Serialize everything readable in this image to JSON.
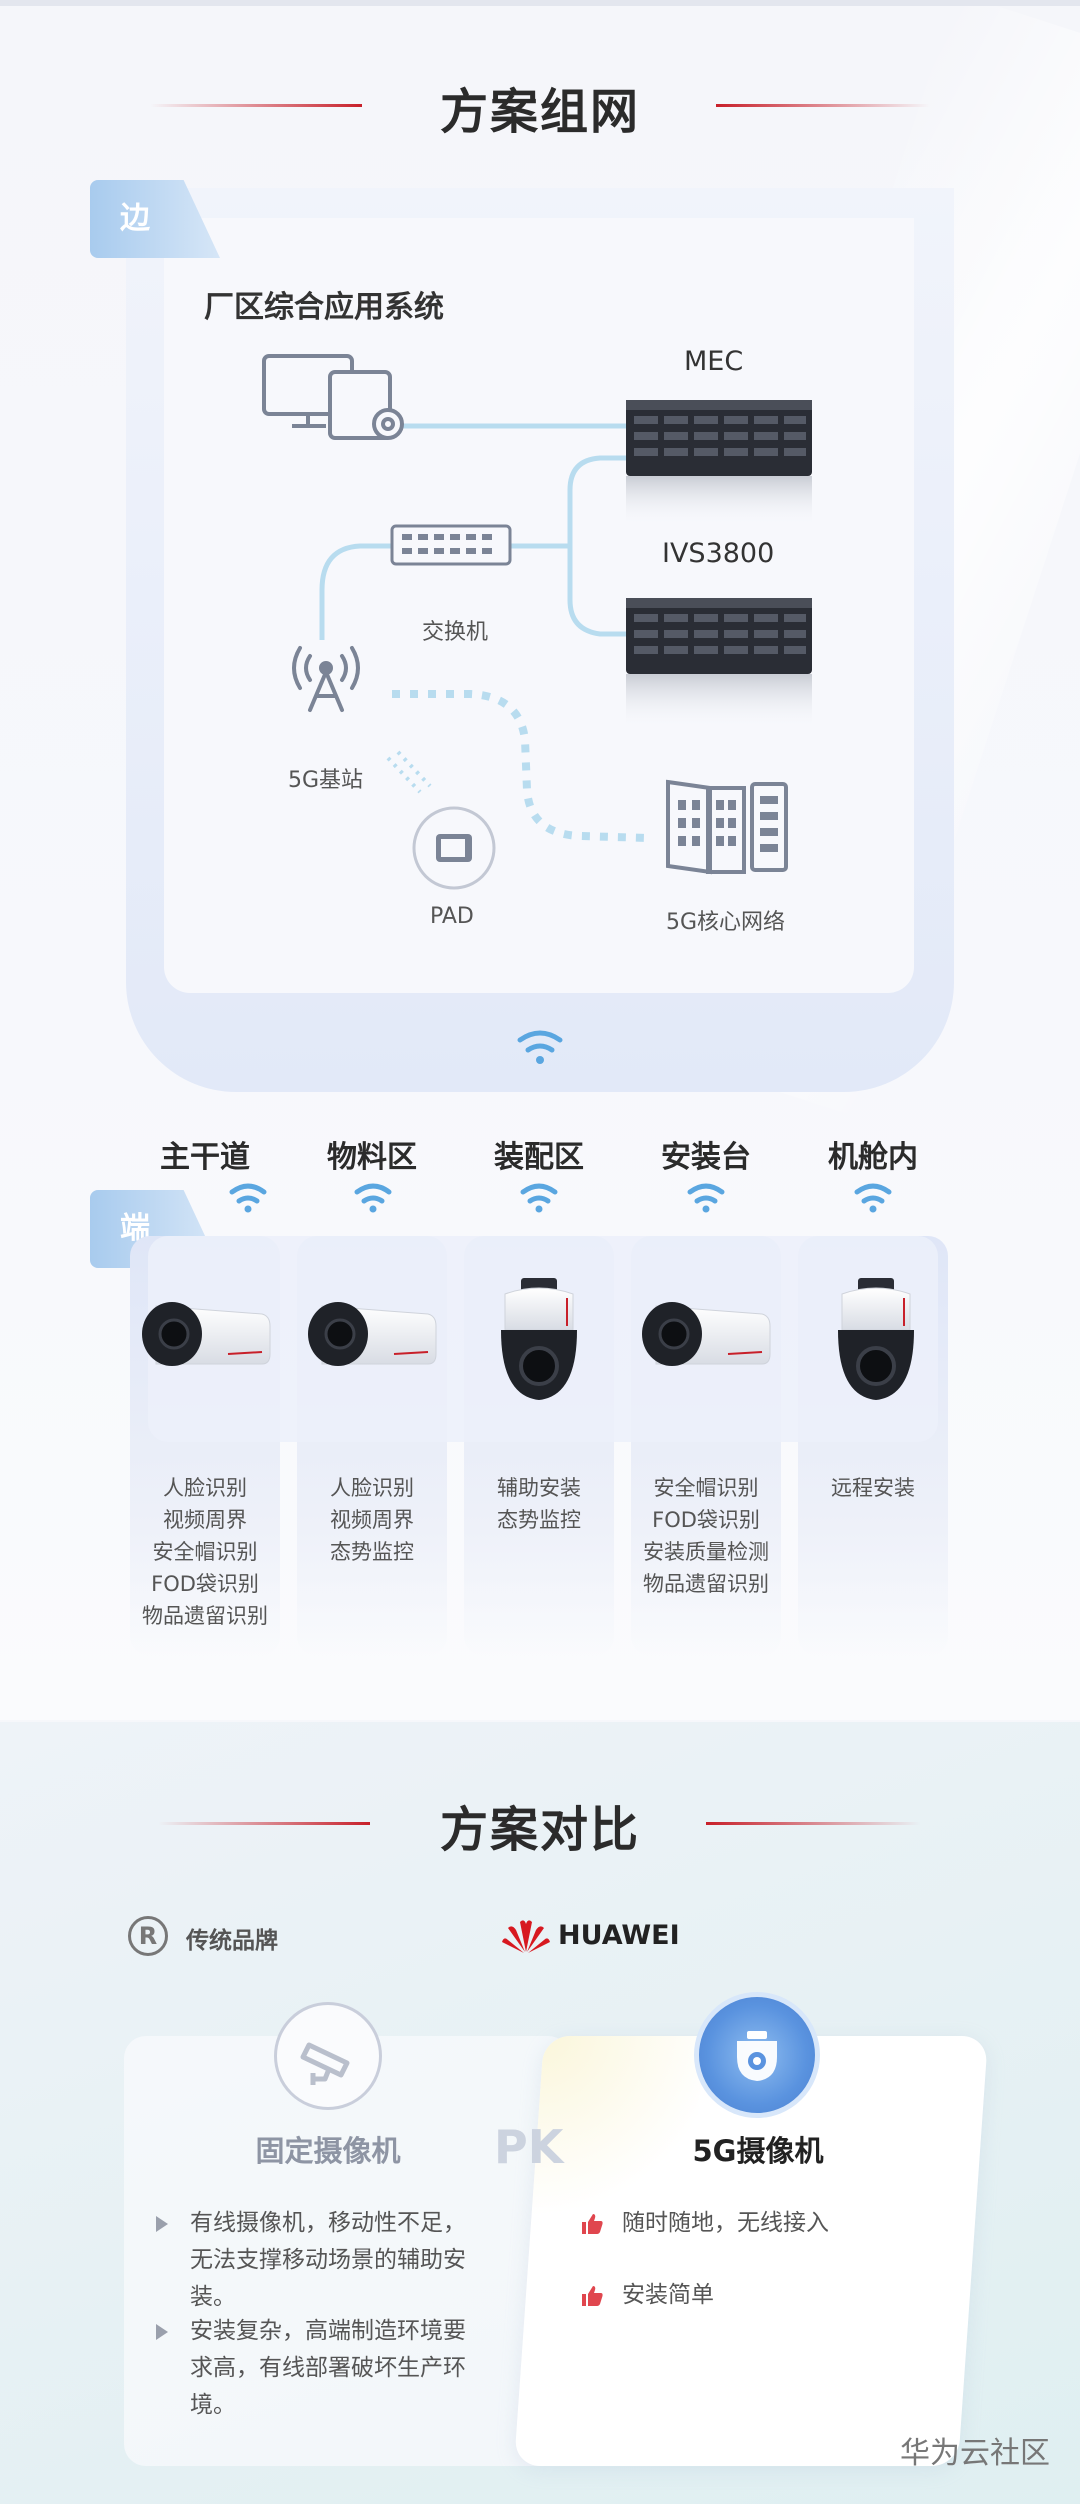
{
  "network": {
    "title": "方案组网",
    "edge_tag": "边",
    "end_tag": "端",
    "system_title": "厂区综合应用系统",
    "mec_label": "MEC",
    "ivs_label": "IVS3800",
    "switch_label": "交换机",
    "base_station_label": "5G基站",
    "pad_label": "PAD",
    "core_label": "5G核心网络"
  },
  "cameras": [
    {
      "title": "主干道",
      "type": "bullet",
      "features": [
        "人脸识别",
        "视频周界",
        "安全帽识别",
        "FOD袋识别",
        "物品遗留识别"
      ]
    },
    {
      "title": "物料区",
      "type": "bullet",
      "features": [
        "人脸识别",
        "视频周界",
        "态势监控"
      ]
    },
    {
      "title": "装配区",
      "type": "dome",
      "features": [
        "辅助安装",
        "态势监控"
      ]
    },
    {
      "title": "安装台",
      "type": "bullet",
      "features": [
        "安全帽识别",
        "FOD袋识别",
        "安装质量检测",
        "物品遗留识别"
      ]
    },
    {
      "title": "机舱内",
      "type": "dome",
      "features": [
        "远程安装"
      ]
    }
  ],
  "comparison": {
    "title": "方案对比",
    "traditional_brand": "传统品牌",
    "traditional_brand_mark": "R",
    "huawei_brand": "HUAWEI",
    "pk": "PK",
    "left_title": "固定摄像机",
    "right_title": "5G摄像机",
    "left_points": [
      "有线摄像机，移动性不足，无法支撑移动场景的辅助安装。",
      "安装复杂，高端制造环境要求高，有线部署破坏生产环境。"
    ],
    "right_points": [
      "随时随地，无线接入",
      "安装简单"
    ]
  },
  "watermark": "华为云社区",
  "colors": {
    "accent_red": "#c8202a",
    "accent_blue": "#5aa6e0",
    "line_blue": "#b8dcef",
    "thumb_red": "#e0464e"
  }
}
